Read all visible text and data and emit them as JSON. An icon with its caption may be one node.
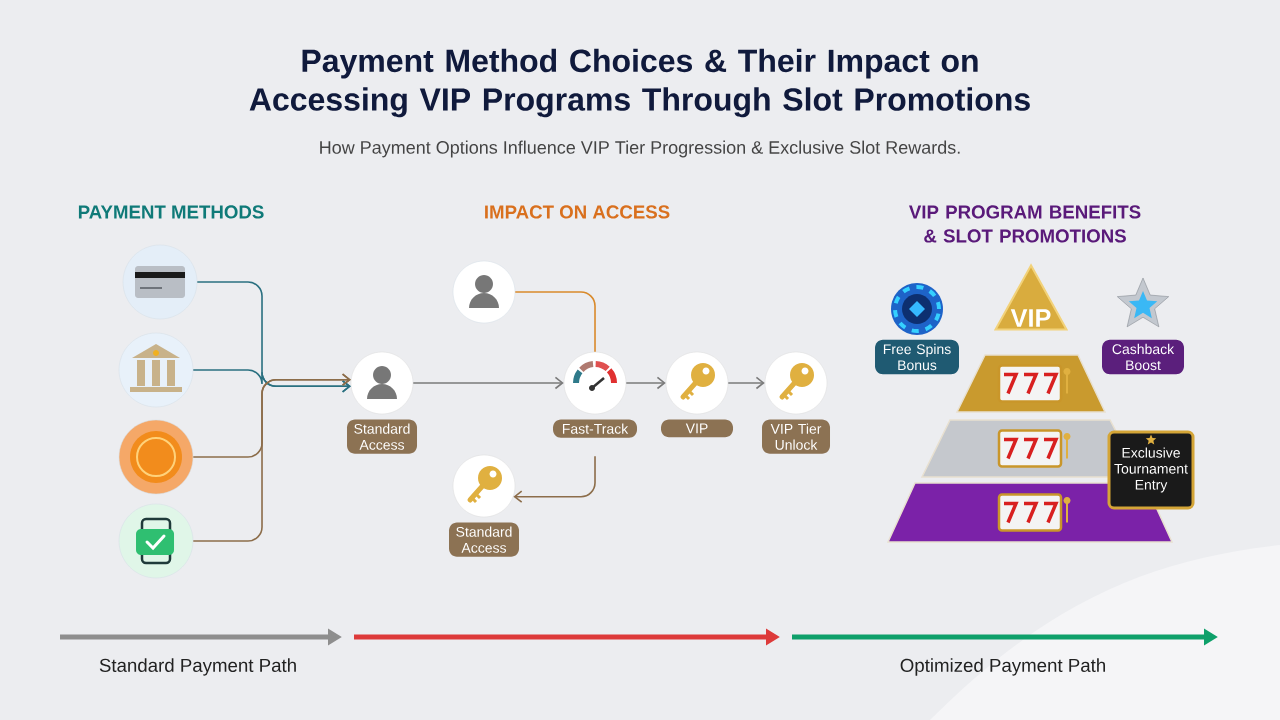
{
  "diagram": {
    "title": "Payment Method Choices & Their Impact on Accessing VIP Programs Through Slot Promotions",
    "nodes": [
      {
        "text": [],
        "shape": "picture"
      },
      {
        "text": [],
        "shape": "picture"
      },
      {
        "text": [],
        "shape": "picture"
      },
      {
        "text": [],
        "shape": "picture"
      },
      {
        "text": [
          "Standard Access"
        ]
      },
      {
        "text": [],
        "shape": "picture"
      },
      {
        "text": [
          "Fast-Track"
        ]
      },
      {
        "text": [
          "VIP"
        ]
      },
      {
        "text": [
          "VIP Tier Unlock"
        ]
      },
      {
        "text": [
          "Standard Access"
        ]
      },
      {
        "text": [
          "Free Spins Bonus"
        ]
      },
      {
        "text": [
          "VIP"
        ]
      },
      {
        "text": [
          "Cashback Boost"
        ]
      },
      {
        "text": [
          "Exclusive Tournament Entry"
        ]
      }
    ],
    "edges": [
      {
        "from": 0,
        "to": 4,
        "arrow": "to",
        "color": "#2a7080"
      },
      {
        "from": 1,
        "to": 4,
        "arrow": "to",
        "color": "#2a7080"
      },
      {
        "from": 2,
        "to": 4,
        "arrow": "to",
        "color": "#8c6d4a"
      },
      {
        "from": 3,
        "to": 4,
        "arrow": "to",
        "color": "#8c6d4a"
      },
      {
        "from": 4,
        "to": 6,
        "arrow": "to"
      },
      {
        "from": 5,
        "to": 6,
        "arrow": "none",
        "color": "#d98a2b"
      },
      {
        "from": 6,
        "to": 7,
        "arrow": "to"
      },
      {
        "from": 7,
        "to": 8,
        "arrow": "to"
      },
      {
        "from": 6,
        "to": 9,
        "arrow": "to",
        "color": "#8c6d4a"
      }
    ],
    "labels": [
      "How Payment Options Influence VIP Tier Progression & Exclusive Slot Rewards.",
      "PAYMENT METHODS",
      "IMPACT ON ACCESS",
      "VIP PROGRAM BENEFITS & SLOT PROMOTIONS",
      "Standard Payment Path",
      "Optimized Payment Path"
    ]
  }
}
